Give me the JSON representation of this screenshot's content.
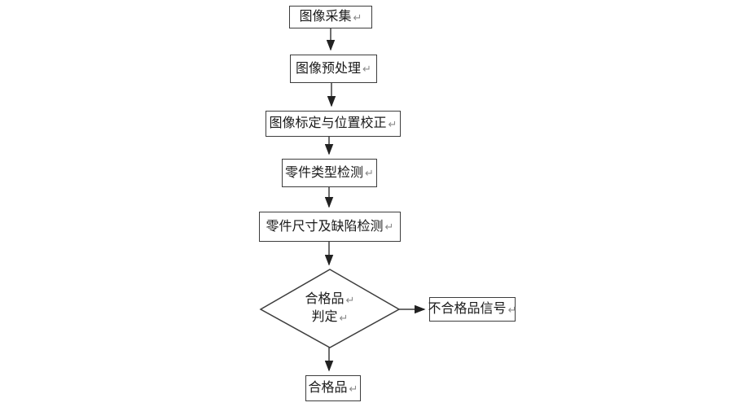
{
  "diagram": {
    "type": "flowchart",
    "return_mark": "↵",
    "colors": {
      "line": "#3d3d3d",
      "text": "#1a1a1a",
      "return_mark": "#8a8a8a",
      "background": "#ffffff"
    },
    "nodes": {
      "capture": {
        "label": "图像采集",
        "shape": "process"
      },
      "preprocess": {
        "label": "图像预处理",
        "shape": "process"
      },
      "calibration": {
        "label": "图像标定与位置校正",
        "shape": "process"
      },
      "type_detection": {
        "label": "零件类型检测",
        "shape": "process"
      },
      "size_defect_detection": {
        "label": "零件尺寸及缺陷检测",
        "shape": "process"
      },
      "decision": {
        "label_line1": "合格品",
        "label_line2": "判定",
        "shape": "decision"
      },
      "reject_signal": {
        "label": "不合格品信号",
        "shape": "process"
      },
      "qualified": {
        "label": "合格品",
        "shape": "process"
      }
    },
    "edges": [
      {
        "from": "capture",
        "to": "preprocess"
      },
      {
        "from": "preprocess",
        "to": "calibration"
      },
      {
        "from": "calibration",
        "to": "type_detection"
      },
      {
        "from": "type_detection",
        "to": "size_defect_detection"
      },
      {
        "from": "size_defect_detection",
        "to": "decision"
      },
      {
        "from": "decision",
        "to": "reject_signal"
      },
      {
        "from": "decision",
        "to": "qualified"
      }
    ]
  }
}
